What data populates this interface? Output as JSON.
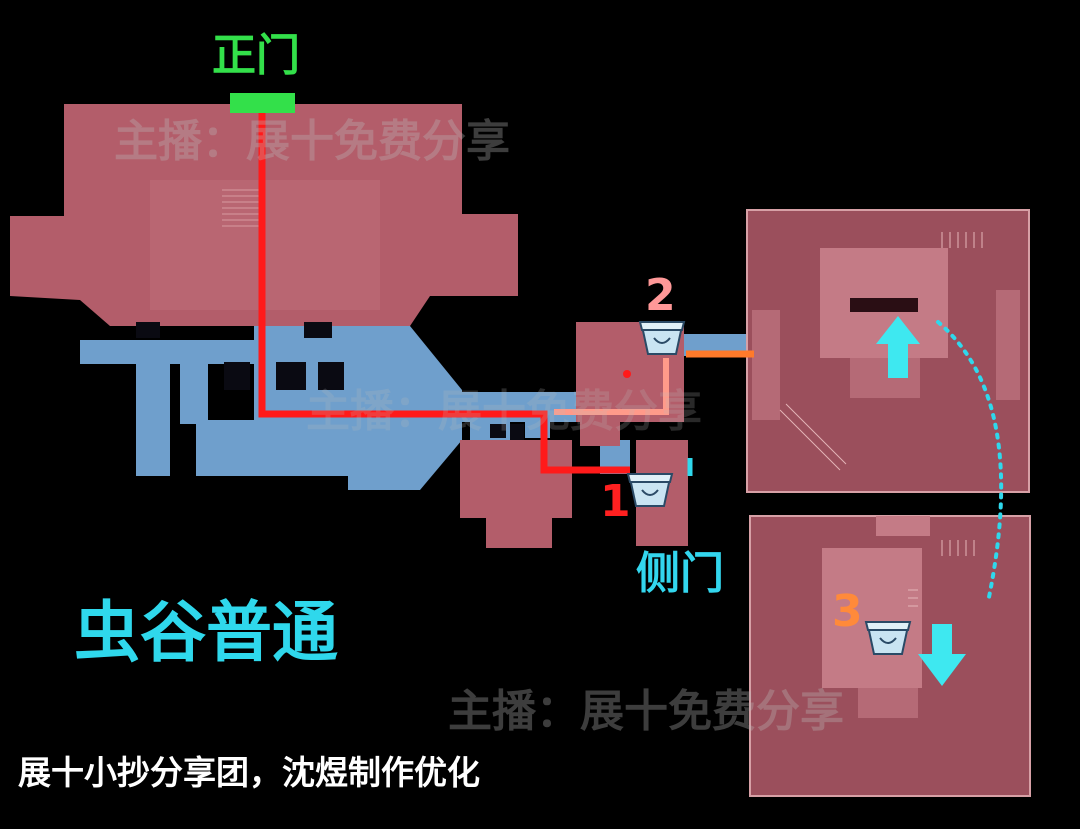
{
  "labels": {
    "main_gate": "正门",
    "side_gate": "侧门",
    "map_title": "虫谷普通",
    "credit": "展十小抄分享团，沈煜制作优化",
    "watermark": "主播：展十免费分享"
  },
  "markers": [
    {
      "number": "1",
      "color": "#ff2020",
      "icon": "treasure-chest-icon"
    },
    {
      "number": "2",
      "color": "#ff9898",
      "icon": "treasure-chest-icon"
    },
    {
      "number": "3",
      "color": "#ff8a3a",
      "icon": "treasure-chest-icon"
    }
  ],
  "colors": {
    "background": "#000000",
    "room_fill": "#b35d6a",
    "corridor_fill": "#6f9fcc",
    "main_route": "#ff1a1a",
    "alt_route": "#ff9a8a",
    "orange_link": "#ff7a2a",
    "dotted_path": "#2fd8ec",
    "arrows": "#3ee8f0",
    "main_gate": "#33e04a",
    "side_gate": "#33d6ee"
  }
}
